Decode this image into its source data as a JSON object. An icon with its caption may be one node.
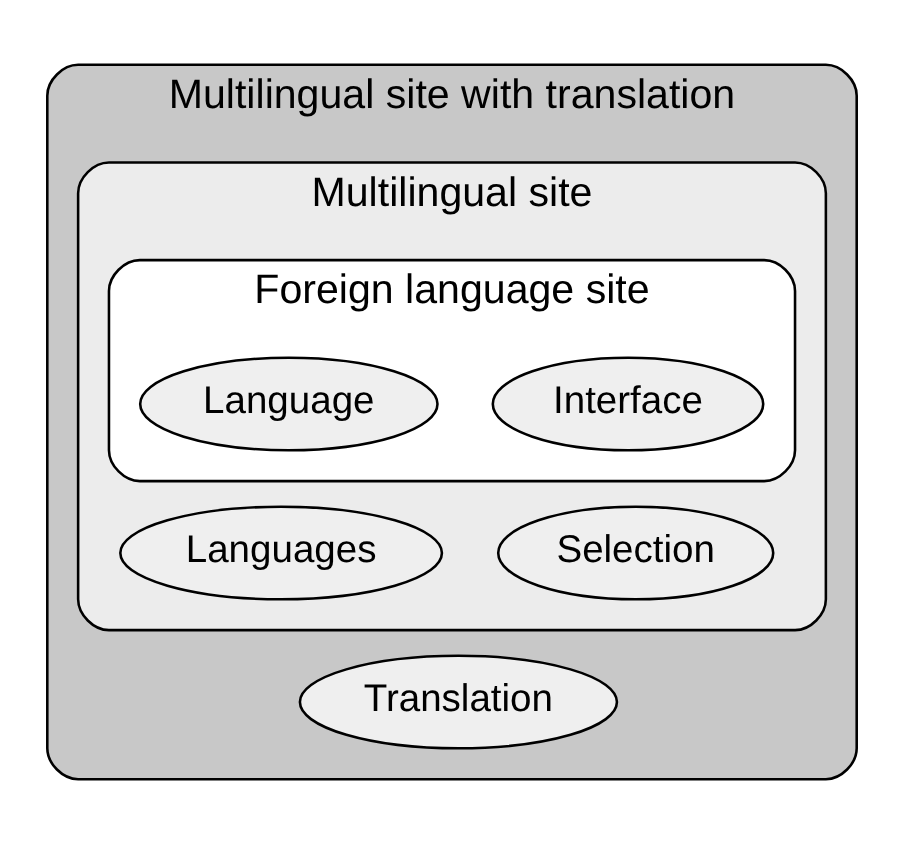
{
  "diagram": {
    "nodes": [
      {
        "text": [
          "Multilingual site with translation"
        ]
      },
      {
        "text": [
          "Multilingual site"
        ],
        "in": 0
      },
      {
        "text": [
          "Foreign language site"
        ],
        "in": 1
      },
      {
        "text": [
          "Language"
        ],
        "in": 2
      },
      {
        "text": [
          "Interface"
        ],
        "in": 2
      },
      {
        "text": [
          "Languages"
        ],
        "in": 1
      },
      {
        "text": [
          "Selection"
        ],
        "in": 1
      },
      {
        "text": [
          "Translation"
        ],
        "in": 0
      }
    ]
  }
}
